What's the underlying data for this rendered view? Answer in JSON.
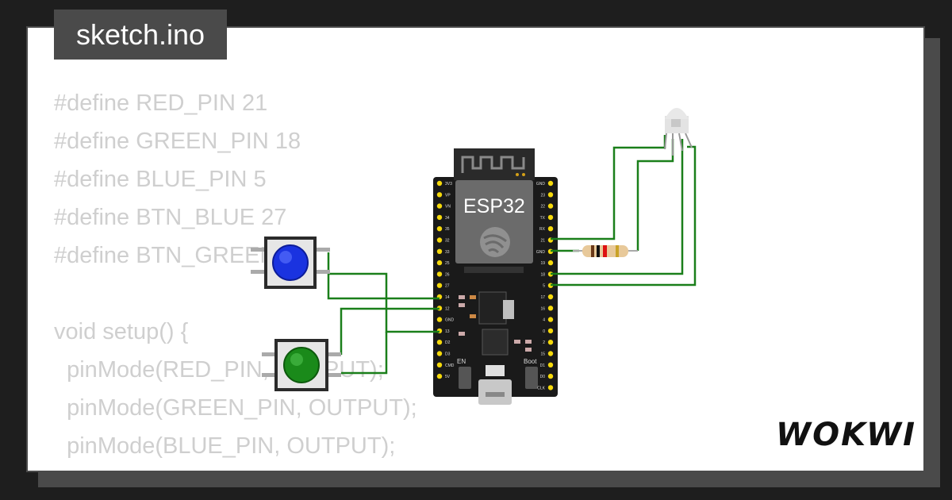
{
  "file_tab": {
    "label": "sketch.ino"
  },
  "code_lines": [
    "#define RED_PIN 21",
    "#define GREEN_PIN 18",
    "#define BLUE_PIN 5",
    "#define BTN_BLUE 27",
    "#define BTN_GREEN 14",
    "",
    "void setup() {",
    "  pinMode(RED_PIN, OUTPUT);",
    "  pinMode(GREEN_PIN, OUTPUT);",
    "  pinMode(BLUE_PIN, OUTPUT);"
  ],
  "board": {
    "label": "ESP32",
    "en_label": "EN",
    "boot_label": "Boot"
  },
  "board_pins_left": [
    "3V3",
    "VP",
    "VN",
    "34",
    "35",
    "32",
    "33",
    "25",
    "26",
    "27",
    "14",
    "12",
    "GND",
    "13",
    "D2",
    "D3",
    "CMD",
    "5V"
  ],
  "board_pins_right": [
    "GND",
    "23",
    "22",
    "TX",
    "RX",
    "21",
    "GND",
    "19",
    "18",
    "5",
    "17",
    "16",
    "4",
    "0",
    "2",
    "15",
    "D1",
    "D0",
    "CLK"
  ],
  "components": {
    "blue_button": {
      "cap_color": "#1a33e0"
    },
    "green_button": {
      "cap_color": "#1a8a1a"
    },
    "rgb_led": {
      "type": "rgb-led"
    },
    "resistor": {
      "type": "resistor"
    }
  },
  "colors": {
    "wire": "#1a7f1a",
    "board": "#1a1a1a",
    "pin": "#f5d90a",
    "code_text": "#cfcfcf",
    "frame": "#4a4a4a"
  },
  "brand": {
    "logo": "WOKWI"
  }
}
